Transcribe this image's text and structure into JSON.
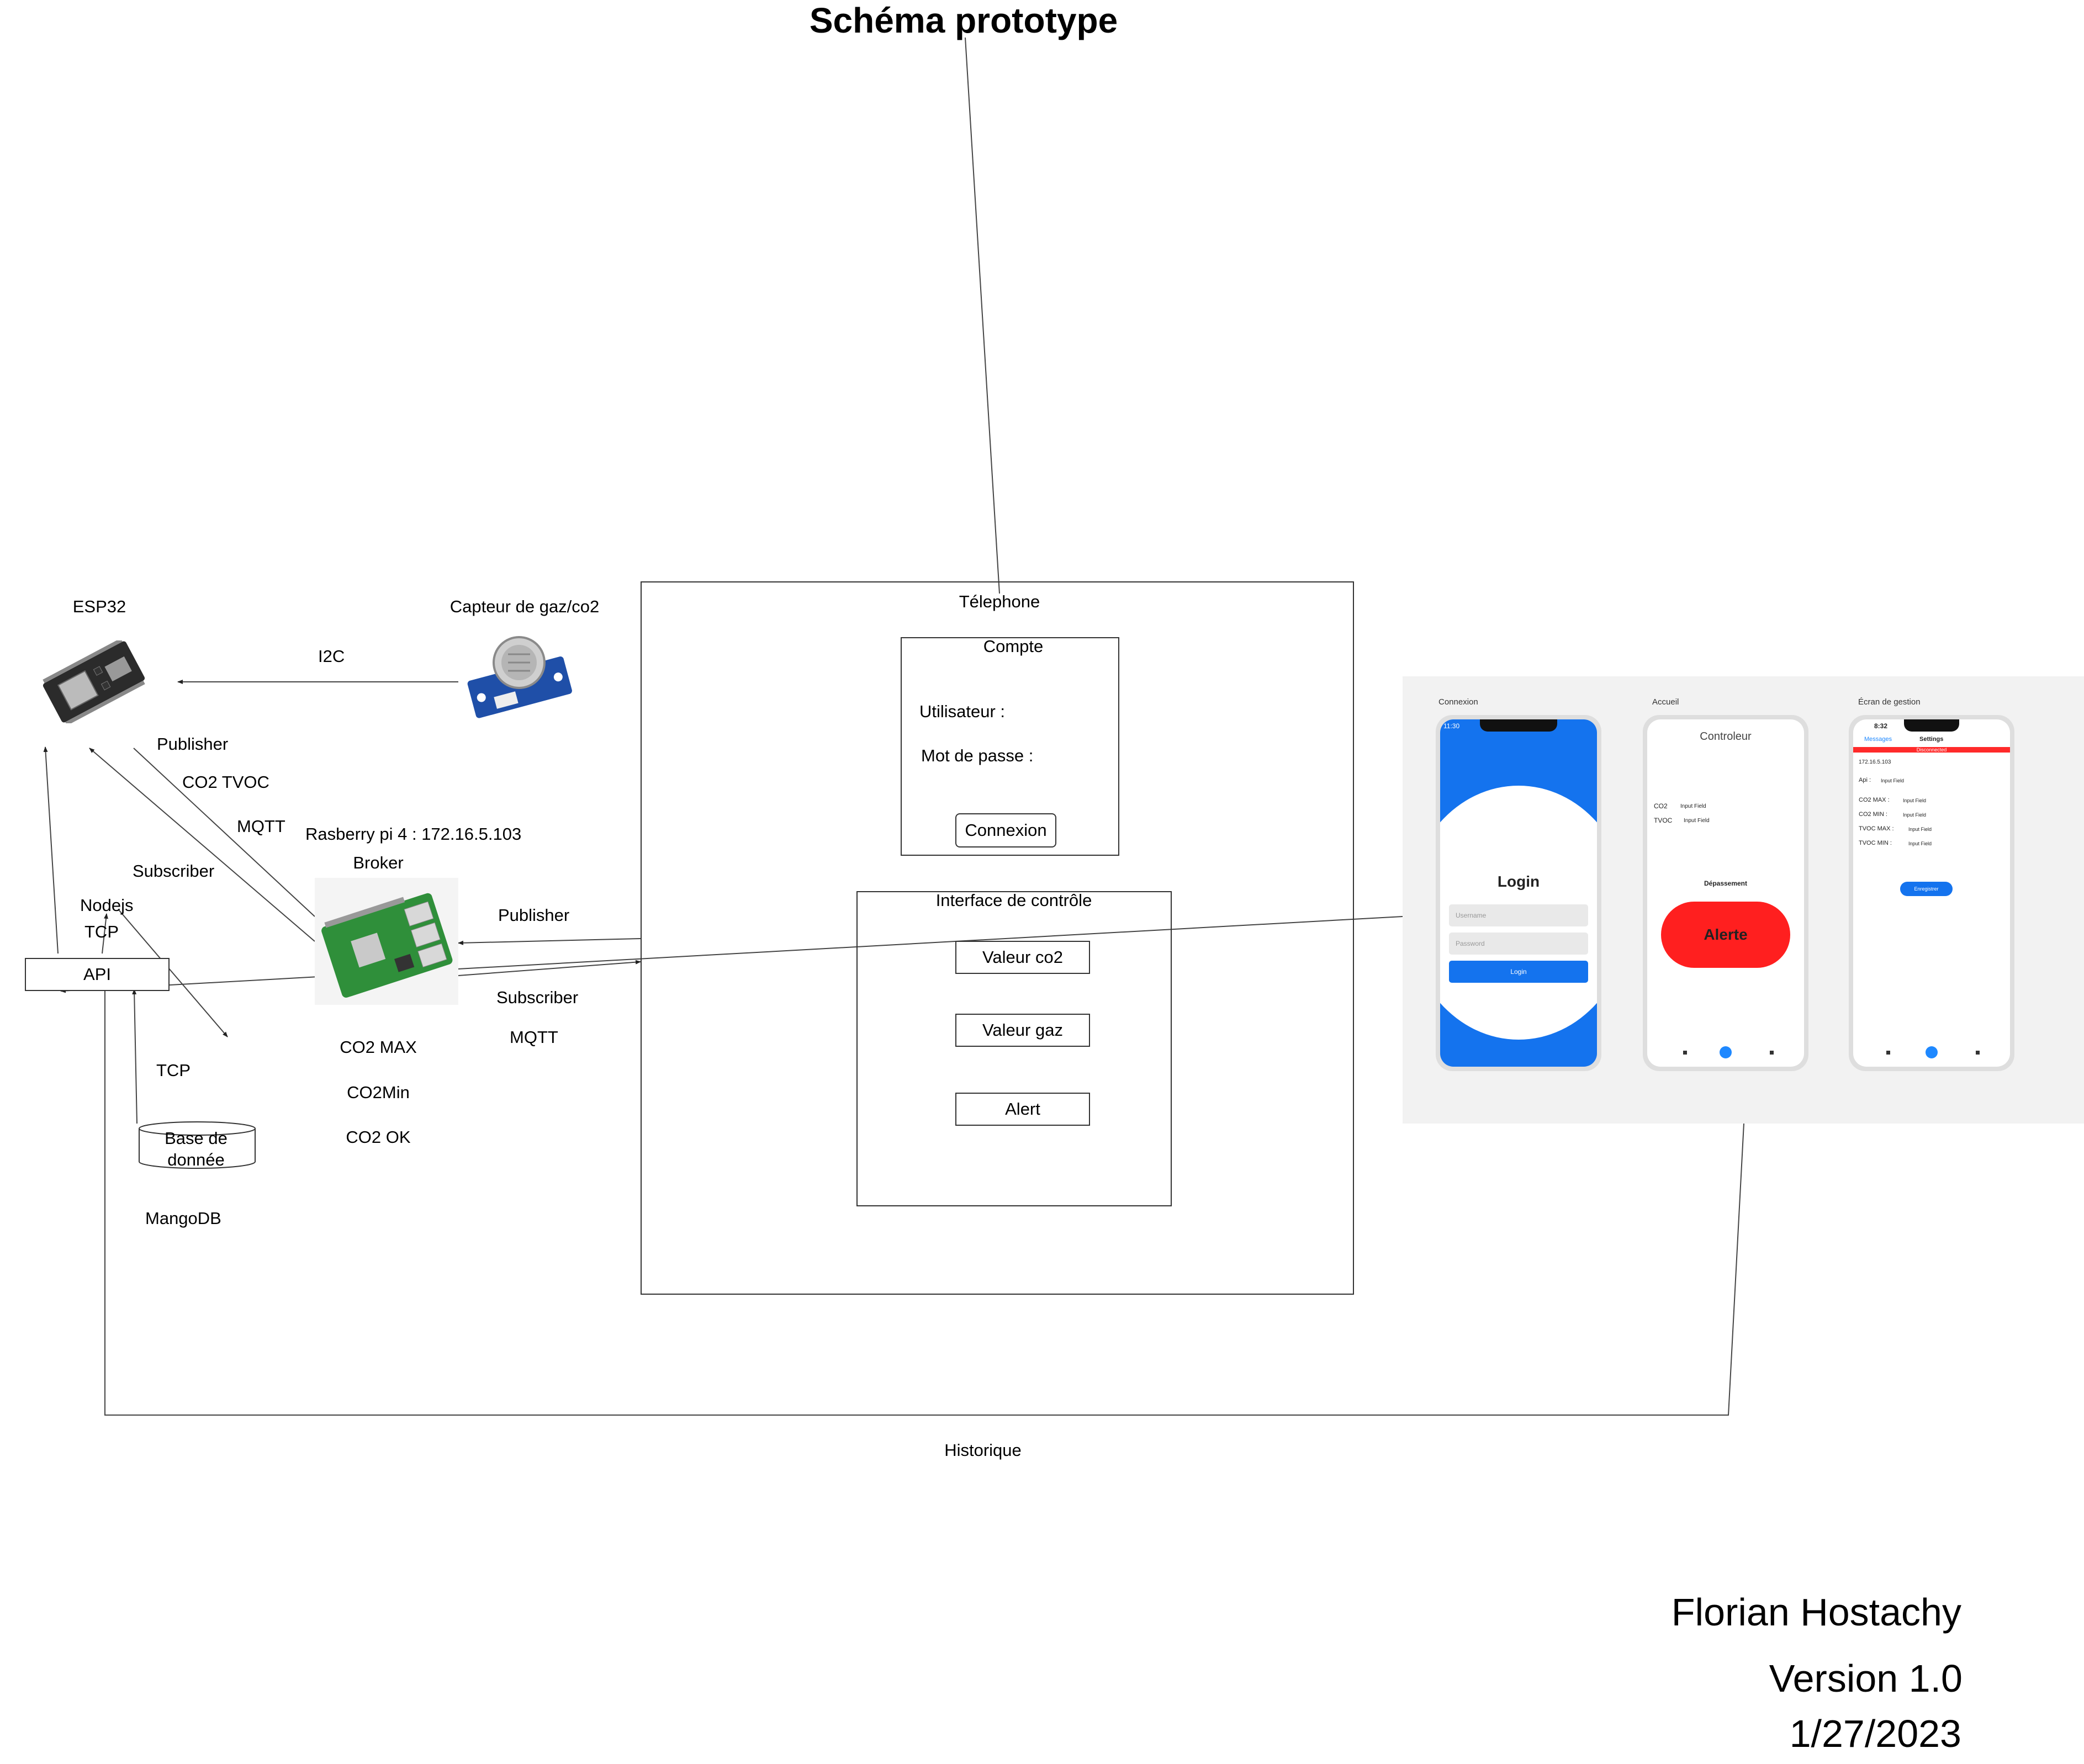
{
  "title": "Schéma prototype",
  "devices": {
    "esp32": "ESP32",
    "sensor": "Capteur de gaz/co2",
    "rpi_name": "Rasberry pi 4 : 172.16.5.103",
    "rpi_role": "Broker"
  },
  "labels": {
    "i2c": "I2C",
    "publisher_left": "Publisher",
    "co2_tvoc": "CO2 TVOC",
    "mqtt_left": "MQTT",
    "subscriber_left": "Subscriber",
    "nodejs": "Nodejs",
    "tcp_upper": "TCP",
    "api": "API",
    "tcp_lower": "TCP",
    "database": "Base de donnée",
    "mongodb": "MangoDB",
    "co2_max": "CO2 MAX",
    "co2_min": "CO2Min",
    "co2_ok": "CO2 OK",
    "publisher_right": "Publisher",
    "subscriber_right": "Subscriber",
    "mqtt_right": "MQTT",
    "historique": "Historique"
  },
  "phone_box": {
    "title": "Télephone",
    "compte": {
      "title": "Compte",
      "user": "Utilisateur :",
      "password": "Mot de passe :",
      "connect": "Connexion"
    },
    "controle": {
      "title": "Interface de contrôle",
      "buttons": [
        "Valeur co2",
        "Valeur gaz",
        "Alert"
      ]
    }
  },
  "mockup": {
    "captions": [
      "Connexion",
      "Accueil",
      "Écran de gestion"
    ],
    "login": {
      "time": "11:30",
      "title": "Login",
      "username": "Username",
      "password": "Password",
      "button": "Login"
    },
    "accueil": {
      "title": "Controleur",
      "co2": "CO2",
      "tvoc": "TVOC",
      "input": "Input Field",
      "depassement": "Dépassement",
      "alert": "Alerte"
    },
    "gestion": {
      "time": "8:32",
      "back": "Messages",
      "title": "Settings",
      "banner": "Disconnected",
      "ip": "172.16.5.103",
      "api": "Api :",
      "co2max": "CO2 MAX :",
      "co2min": "CO2 MIN :",
      "tvocmax": "TVOC MAX :",
      "tvocmin": "TVOC MIN :",
      "input": "Input Field",
      "button": "Enregistrer"
    }
  },
  "signature": {
    "author": "Florian Hostachy",
    "version": "Version 1.0",
    "date": "1/27/2023"
  },
  "colors": {
    "accent_blue": "#1473ee",
    "alert_red": "#ff1f1f",
    "rpi_green": "#2f8f3a",
    "esp_board": "#2b2b2b",
    "sensor_blue": "#1f4fa8"
  }
}
